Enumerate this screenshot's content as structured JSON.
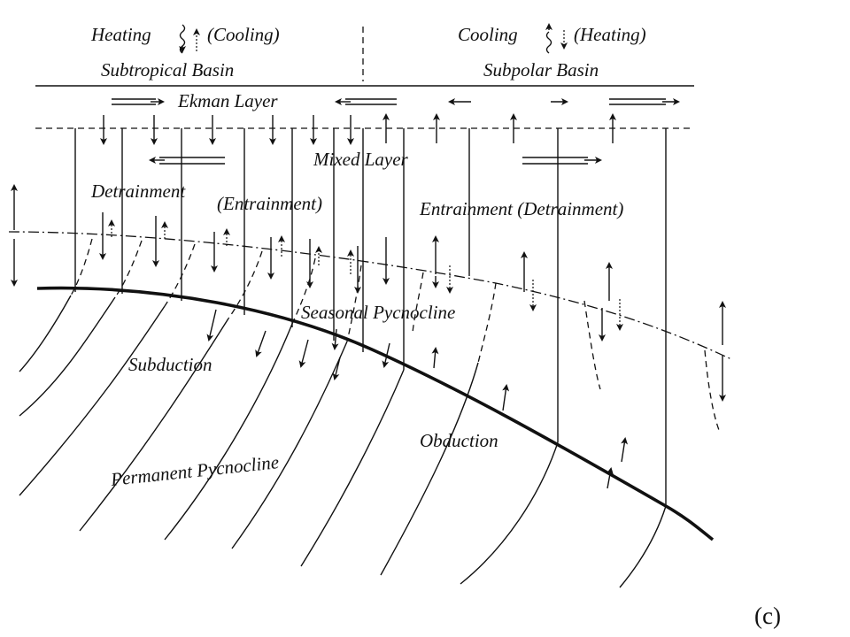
{
  "labels": {
    "heating_left": "Heating",
    "cooling_left": "(Cooling)",
    "cooling_right": "Cooling",
    "heating_right": "(Heating)",
    "subtropical_basin": "Subtropical Basin",
    "subpolar_basin": "Subpolar Basin",
    "ekman_layer": "Ekman Layer",
    "mixed_layer": "Mixed Layer",
    "detrainment": "Detrainment",
    "entrainment_paren": "(Entrainment)",
    "entrainment_detrainment": "Entrainment (Detrainment)",
    "seasonal_pycnocline": "Seasonal Pycnocline",
    "subduction": "Subduction",
    "obduction": "Obduction",
    "permanent_pycnocline": "Permanent Pycnocline",
    "panel_label": "(c)"
  }
}
